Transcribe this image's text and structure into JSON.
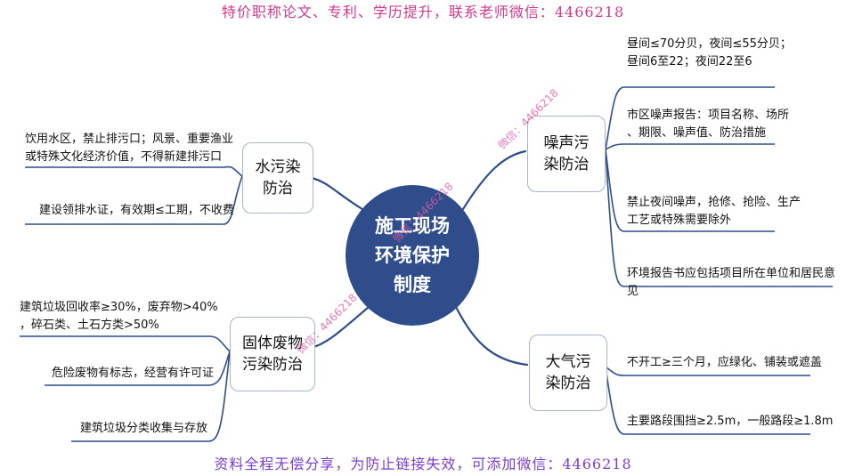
{
  "banner_top": "特价职称论文、专利、学历提升，联系老师微信：4466218",
  "banner_bottom": "资料全程无偿分享，为防止链接失效，可添加微信：4466218",
  "center": "施工现场\n环境保护\n制度",
  "branches": {
    "water": "水污染\n防治",
    "solid": "固体废物\n污染防治",
    "noise": "噪声污\n染防治",
    "air": "大气污\n染防治"
  },
  "leaves": {
    "water": [
      "饮用水区，禁止排污口；风景、重要渔业\n或特殊文化经济价值，不得新建排污口",
      "建设领排水证，有效期≤工期，不收费"
    ],
    "solid": [
      "建筑垃圾回收率≥30%，废弃物>40%\n，碎石类、土石方类>50%",
      "危险废物有标志，经营有许可证",
      "建筑垃圾分类收集与存放"
    ],
    "noise": [
      "昼间≤70分贝，夜间≤55分贝；\n昼间6至22；夜间22至6",
      "市区噪声报告：项目名称、场所\n、期限、噪声值、防治措施",
      "禁止夜间噪声，抢修、抢险、生产\n工艺或特殊需要除外",
      "环境报告书应包括项目所在单位和居民意见"
    ],
    "air": [
      "不开工≥三个月，应绿化、铺装或遮盖",
      "主要路段围挡≥2.5m，一般路段≥1.8m"
    ]
  },
  "watermarks": [
    "微信：4466218",
    "微信：4466218",
    "微信：4466218"
  ]
}
